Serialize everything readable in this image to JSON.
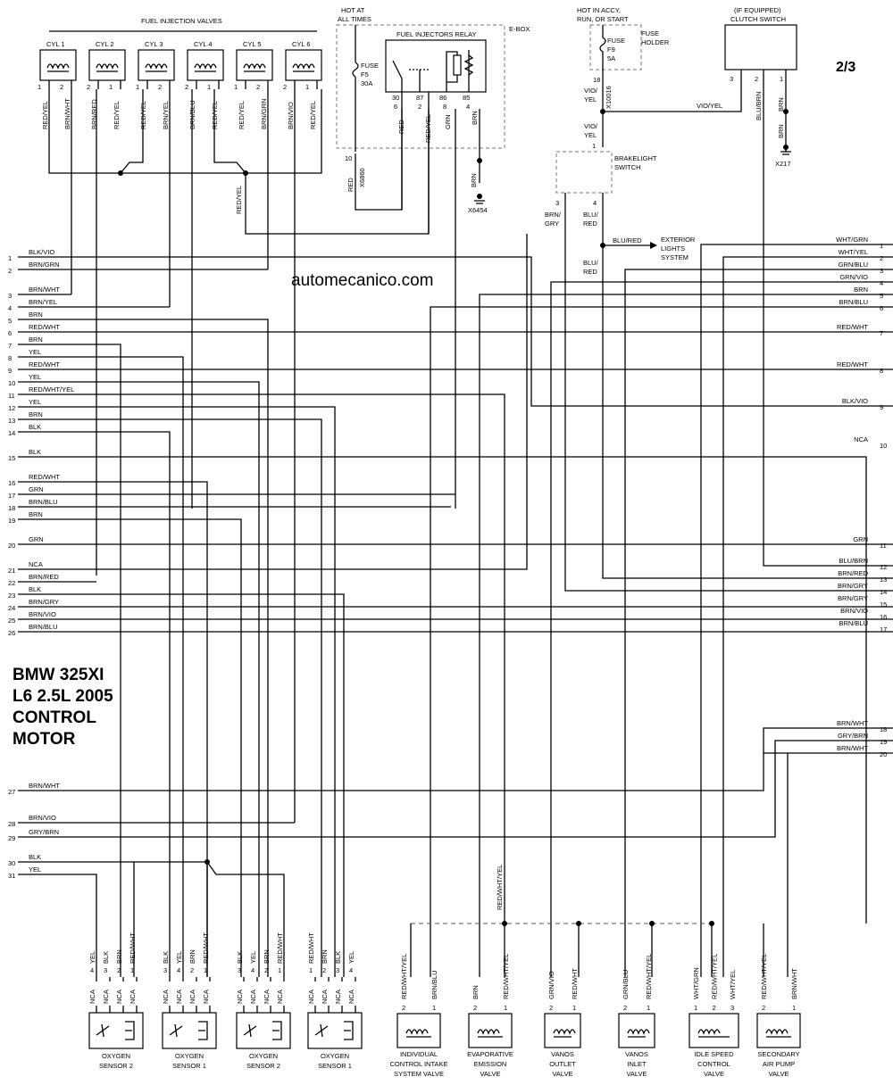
{
  "page_number": "2/3",
  "watermark": "automecanico.com",
  "title": [
    "BMW 325XI",
    "L6 2.5L 2005",
    "CONTROL",
    "MOTOR"
  ],
  "headers": {
    "fuel_injection_valves": "FUEL INJECTION VALVES",
    "hot_at_all_times": [
      "HOT AT",
      "ALL TIMES"
    ],
    "fuel_injectors_relay": "FUEL INJECTORS RELAY",
    "e_box": "E-BOX",
    "hot_in_accy": [
      "HOT IN ACCY,",
      "RUN, OR START"
    ],
    "fuse_holder": [
      "FUSE",
      "HOLDER"
    ],
    "clutch_switch": [
      "(IF EQUIPPED)",
      "CLUTCH SWITCH"
    ],
    "brake_light_switch": [
      "BRAKELIGHT",
      "SWITCH"
    ],
    "exterior_lights": [
      "EXTERIOR",
      "LIGHTS",
      "SYSTEM"
    ]
  },
  "fuses": {
    "f5": [
      "FUSE",
      "F5",
      "30A"
    ],
    "f9": [
      "FUSE",
      "F9",
      "5A"
    ]
  },
  "injectors": [
    {
      "name": "CYL 1",
      "pins": [
        "1",
        "2"
      ],
      "wires": [
        "RED/YEL",
        "BRN/WHT"
      ]
    },
    {
      "name": "CYL 2",
      "pins": [
        "2",
        "1"
      ],
      "wires": [
        "BRN/RED",
        "RED/YEL"
      ]
    },
    {
      "name": "CYL 3",
      "pins": [
        "1",
        "2"
      ],
      "wires": [
        "RED/YEL",
        "BRN/YEL"
      ]
    },
    {
      "name": "CYL 4",
      "pins": [
        "2",
        "1"
      ],
      "wires": [
        "BRN/BLU",
        "RED/YEL"
      ]
    },
    {
      "name": "CYL 5",
      "pins": [
        "1",
        "2"
      ],
      "wires": [
        "RED/YEL",
        "BRN/GRN"
      ]
    },
    {
      "name": "CYL 6",
      "pins": [
        "2",
        "1"
      ],
      "wires": [
        "BRN/VIO",
        "RED/YEL"
      ]
    }
  ],
  "relay": {
    "pins": [
      "30",
      "87",
      "86",
      "85"
    ],
    "pin_nums": [
      "6",
      "2",
      "8",
      "4"
    ],
    "wires": [
      "RED",
      "RED/YEL",
      "GRN",
      "BRN"
    ]
  },
  "misc_labels": {
    "pin10": "10",
    "x6860": "X6860",
    "red": "RED",
    "brn": "BRN",
    "x6454": "X6454",
    "pin18": "18",
    "x10016": "X10016",
    "vio_yel": [
      "VIO/",
      "YEL"
    ],
    "vio_yel_h": "VIO/YEL",
    "pin1": "1",
    "brake_pins": [
      "3",
      "4"
    ],
    "brn_gry": [
      "BRN/",
      "GRY"
    ],
    "blu_red": [
      "BLU/",
      "RED"
    ],
    "blu_red_h": "BLU/RED",
    "clutch_pins": [
      "3",
      "2",
      "1"
    ],
    "blu_brn": "BLU/BRN",
    "x217": "X217",
    "red_yel": "RED/YEL",
    "red_wht_yel": "RED/WHT/YEL"
  },
  "left_connector": [
    {
      "pin": "1",
      "color": "BLK/VIO"
    },
    {
      "pin": "2",
      "color": "BRN/GRN"
    },
    {
      "pin": "3",
      "color": "BRN/WHT"
    },
    {
      "pin": "4",
      "color": "BRN/YEL"
    },
    {
      "pin": "5",
      "color": "BRN"
    },
    {
      "pin": "6",
      "color": "RED/WHT"
    },
    {
      "pin": "7",
      "color": "BRN"
    },
    {
      "pin": "8",
      "color": "YEL"
    },
    {
      "pin": "9",
      "color": "RED/WHT"
    },
    {
      "pin": "10",
      "color": "YEL"
    },
    {
      "pin": "11",
      "color": "RED/WHT/YEL"
    },
    {
      "pin": "12",
      "color": "YEL"
    },
    {
      "pin": "13",
      "color": "BRN"
    },
    {
      "pin": "14",
      "color": "BLK"
    },
    {
      "pin": "15",
      "color": "BLK"
    },
    {
      "pin": "16",
      "color": "RED/WHT"
    },
    {
      "pin": "17",
      "color": "GRN"
    },
    {
      "pin": "18",
      "color": "BRN/BLU"
    },
    {
      "pin": "19",
      "color": "BRN"
    },
    {
      "pin": "20",
      "color": "GRN"
    },
    {
      "pin": "21",
      "color": "NCA"
    },
    {
      "pin": "22",
      "color": "BRN/RED"
    },
    {
      "pin": "23",
      "color": "BLK"
    },
    {
      "pin": "24",
      "color": "BRN/GRY"
    },
    {
      "pin": "25",
      "color": "BRN/VIO"
    },
    {
      "pin": "26",
      "color": "BRN/BLU"
    },
    {
      "pin": "27",
      "color": "BRN/WHT"
    },
    {
      "pin": "28",
      "color": "BRN/VIO"
    },
    {
      "pin": "29",
      "color": "GRY/BRN"
    },
    {
      "pin": "30",
      "color": "BLK"
    },
    {
      "pin": "31",
      "color": "YEL"
    }
  ],
  "right_connector": [
    {
      "pin": "1",
      "color": "WHT/GRN"
    },
    {
      "pin": "2",
      "color": "WHT/YEL"
    },
    {
      "pin": "3",
      "color": "GRN/BLU"
    },
    {
      "pin": "4",
      "color": "GRN/VIO"
    },
    {
      "pin": "5",
      "color": "BRN"
    },
    {
      "pin": "6",
      "color": "BRN/BLU"
    },
    {
      "pin": "7",
      "color": "RED/WHT"
    },
    {
      "pin": "8",
      "color": "RED/WHT"
    },
    {
      "pin": "9",
      "color": "BLK/VIO"
    },
    {
      "pin": "10",
      "color": "NCA"
    },
    {
      "pin": "11",
      "color": "GRN"
    },
    {
      "pin": "12",
      "color": "BLU/BRN"
    },
    {
      "pin": "13",
      "color": "BRN/RED"
    },
    {
      "pin": "14",
      "color": "BRN/GRY"
    },
    {
      "pin": "15",
      "color": "BRN/GRY"
    },
    {
      "pin": "16",
      "color": "BRN/VIO"
    },
    {
      "pin": "17",
      "color": "BRN/BLU"
    },
    {
      "pin": "18",
      "color": "BRN/WHT"
    },
    {
      "pin": "19",
      "color": "GRY/BRN"
    },
    {
      "pin": "20",
      "color": "BRN/WHT"
    }
  ],
  "oxygen_sensors": [
    {
      "name": [
        "OXYGEN",
        "SENSOR 2"
      ],
      "pins": [
        "4",
        "3",
        "2",
        "1"
      ],
      "wires": [
        "YEL",
        "BLK",
        "BRN",
        "RED/WHT"
      ]
    },
    {
      "name": [
        "OXYGEN",
        "SENSOR 1"
      ],
      "pins": [
        "3",
        "4",
        "2",
        "1"
      ],
      "wires": [
        "BLK",
        "YEL",
        "BRN",
        "RED/WHT"
      ]
    },
    {
      "name": [
        "OXYGEN",
        "SENSOR 2"
      ],
      "pins": [
        "3",
        "4",
        "2",
        "1"
      ],
      "wires": [
        "BLK",
        "YEL",
        "BRN",
        "RED/WHT"
      ]
    },
    {
      "name": [
        "OXYGEN",
        "SENSOR 1"
      ],
      "pins": [
        "1",
        "2",
        "3",
        "4"
      ],
      "wires": [
        "RED/WHT",
        "BRN",
        "BLK",
        "YEL"
      ]
    }
  ],
  "nca": "NCA",
  "valves": [
    {
      "name": [
        "INDIVIDUAL",
        "CONTROL INTAKE",
        "SYSTEM VALVE"
      ],
      "pins": [
        "2",
        "1"
      ],
      "wires": [
        "RED/WHT/YEL",
        "BRN/BLU"
      ]
    },
    {
      "name": [
        "EVAPORATIVE",
        "EMISSION",
        "VALVE"
      ],
      "pins": [
        "2",
        "1"
      ],
      "wires": [
        "BRN",
        "RED/WHT/YEL"
      ]
    },
    {
      "name": [
        "VANOS",
        "OUTLET",
        "VALVE"
      ],
      "pins": [
        "2",
        "1"
      ],
      "wires": [
        "GRN/VIO",
        "RED/WHT"
      ]
    },
    {
      "name": [
        "VANOS",
        "INLET",
        "VALVE"
      ],
      "pins": [
        "2",
        "1"
      ],
      "wires": [
        "GRN/BLU",
        "RED/WHT/YEL"
      ]
    },
    {
      "name": [
        "IDLE SPEED",
        "CONTROL",
        "VALVE"
      ],
      "pins": [
        "1",
        "2",
        "3"
      ],
      "wires": [
        "WHT/GRN",
        "RED/WHT/YEL",
        "WHT/YEL"
      ]
    },
    {
      "name": [
        "SECONDARY",
        "AIR PUMP",
        "VALVE"
      ],
      "pins": [
        "2",
        "1"
      ],
      "wires": [
        "RED/WHT/YEL",
        "BRN/WHT"
      ]
    }
  ]
}
